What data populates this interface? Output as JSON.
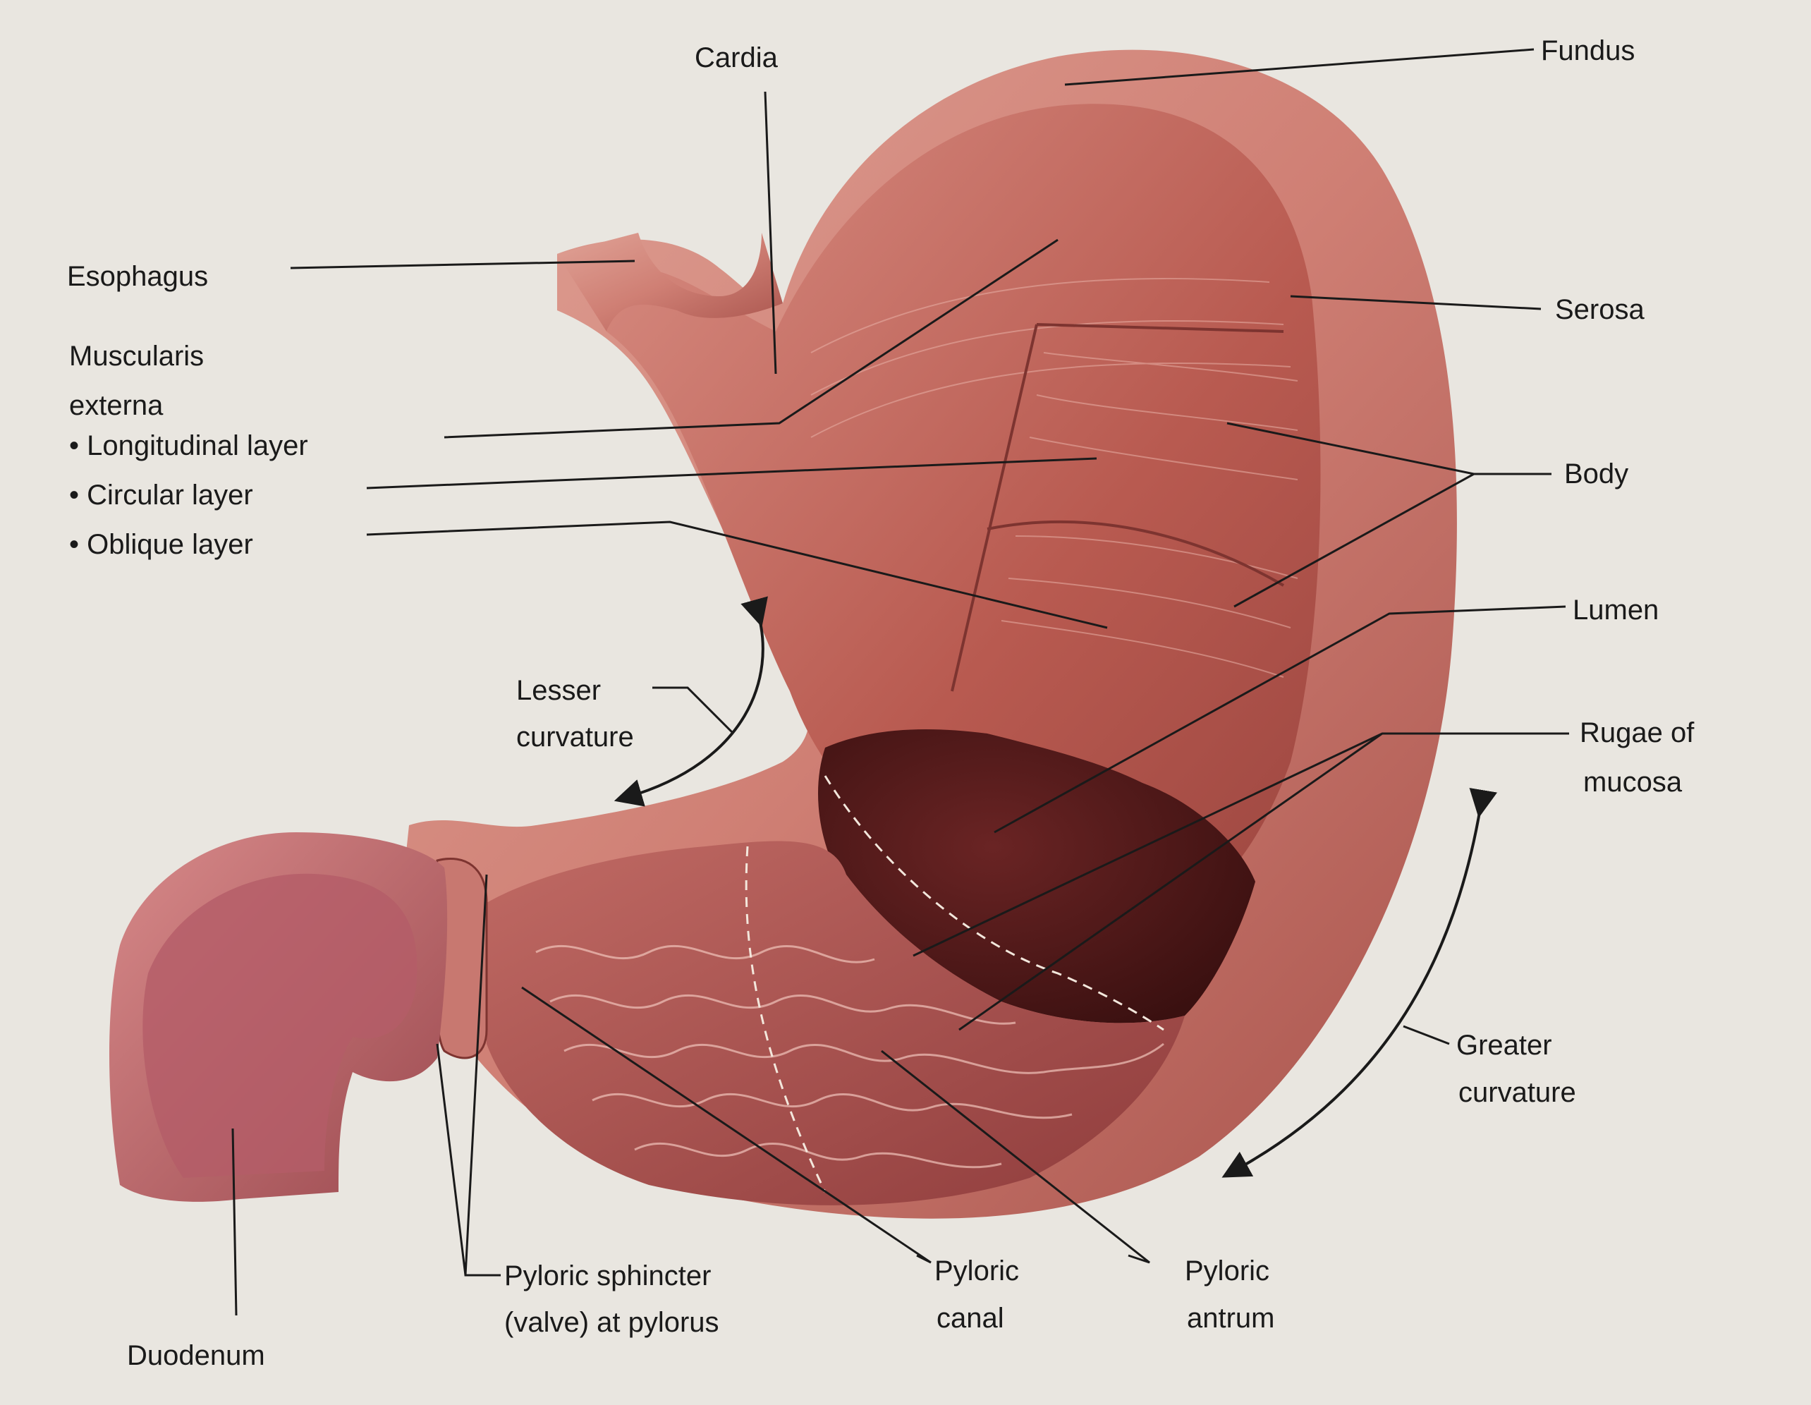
{
  "labels": {
    "cardia": "Cardia",
    "fundus": "Fundus",
    "esophagus": "Esophagus",
    "muscularis_1": "Muscularis",
    "muscularis_2": "externa",
    "longitudinal": "• Longitudinal layer",
    "circular": "• Circular layer",
    "oblique": "• Oblique layer",
    "serosa": "Serosa",
    "body": "Body",
    "lumen": "Lumen",
    "rugae_1": "Rugae of",
    "rugae_2": "mucosa",
    "lesser_1": "Lesser",
    "lesser_2": "curvature",
    "greater_1": "Greater",
    "greater_2": "curvature",
    "pyloric_sphincter_1": "Pyloric sphincter",
    "pyloric_sphincter_2": "(valve) at pylorus",
    "pyloric_canal_1": "Pyloric",
    "pyloric_canal_2": "canal",
    "pyloric_antrum_1": "Pyloric",
    "pyloric_antrum_2": "antrum",
    "duodenum": "Duodenum"
  },
  "colors": {
    "background": "#e9e6e0",
    "serosa_outer": "#cf7f74",
    "muscle": "#b85a50",
    "muscle_light": "#d98f84",
    "lumen_dark": "#4a1818",
    "mucosa": "#a8504d",
    "text": "#1a1a1a"
  }
}
